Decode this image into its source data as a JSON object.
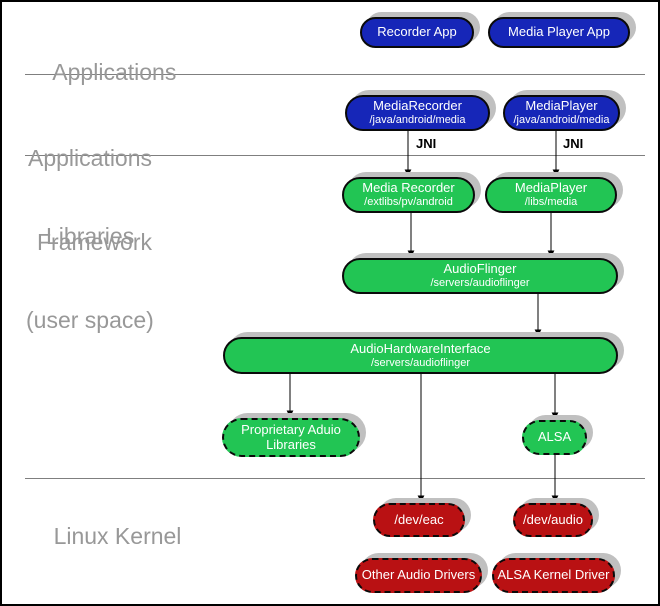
{
  "colors": {
    "app_blue": "#1626b8",
    "lib_green": "#22c554",
    "kernel_red": "#b91113",
    "label_gray": "#989898",
    "shadow_gray": "#c0c0c0"
  },
  "section_labels": {
    "applications": "Applications",
    "framework_line1": "Applications",
    "framework_line2": "Framework",
    "libraries_line1": "Libraries",
    "libraries_line2": "(user space)",
    "kernel": "Linux Kernel"
  },
  "nodes": {
    "recorder_app": {
      "title": "Recorder App"
    },
    "media_player_app": {
      "title": "Media Player App"
    },
    "media_recorder_fw": {
      "title": "MediaRecorder",
      "path": "/java/android/media"
    },
    "media_player_fw": {
      "title": "MediaPlayer",
      "path": "/java/android/media"
    },
    "media_recorder_lib": {
      "title": "Media Recorder",
      "path": "/extlibs/pv/android"
    },
    "media_player_lib": {
      "title": "MediaPlayer",
      "path": "/libs/media"
    },
    "audio_flinger": {
      "title": "AudioFlinger",
      "path": "/servers/audioflinger"
    },
    "audio_hardware_interface": {
      "title": "AudioHardwareInterface",
      "path": "/servers/audioflinger"
    },
    "proprietary_audio": {
      "title_line1": "Proprietary Aduio",
      "title_line2": "Libraries"
    },
    "alsa": {
      "title": "ALSA"
    },
    "dev_eac": {
      "title": "/dev/eac"
    },
    "dev_audio": {
      "title": "/dev/audio"
    },
    "other_audio_drivers": {
      "title": "Other Audio Drivers"
    },
    "alsa_kernel_driver": {
      "title": "ALSA Kernel Driver"
    }
  },
  "edge_labels": {
    "jni_left": "JNI",
    "jni_right": "JNI"
  }
}
